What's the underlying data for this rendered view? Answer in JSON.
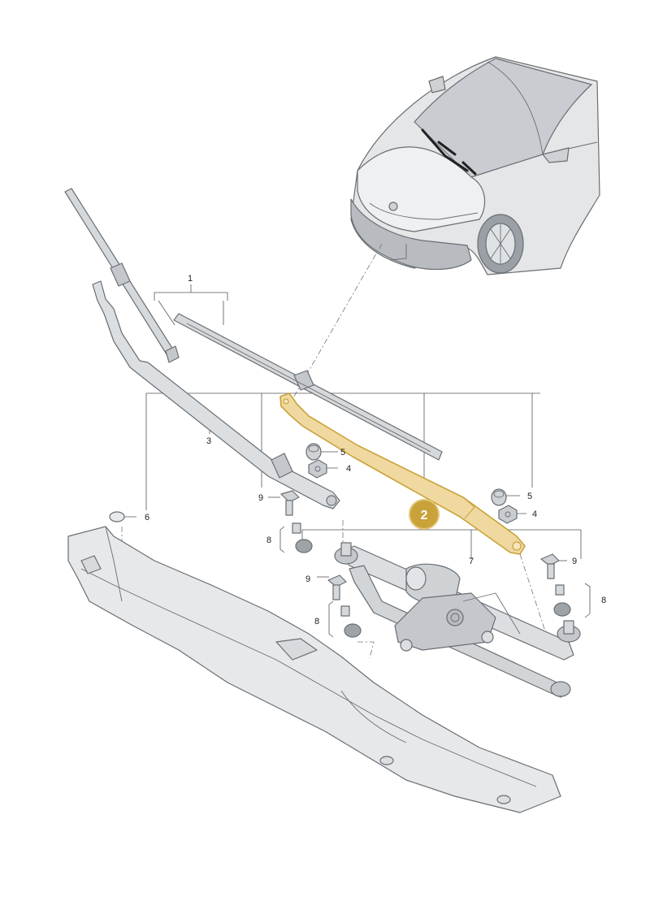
{
  "diagram": {
    "highlight_color": "#c9a23a",
    "highlight_fill": "#efd9a0",
    "part_fill": "#dcdfe2",
    "callouts": {
      "c1": "1",
      "c2": "2",
      "c3": "3",
      "c4a": "4",
      "c4b": "4",
      "c5a": "5",
      "c5b": "5",
      "c6": "6",
      "c7": "7",
      "c8a": "8",
      "c8b": "8",
      "c8c": "8",
      "c9a": "9",
      "c9b": "9",
      "c9c": "9"
    },
    "selected_part": "2"
  }
}
